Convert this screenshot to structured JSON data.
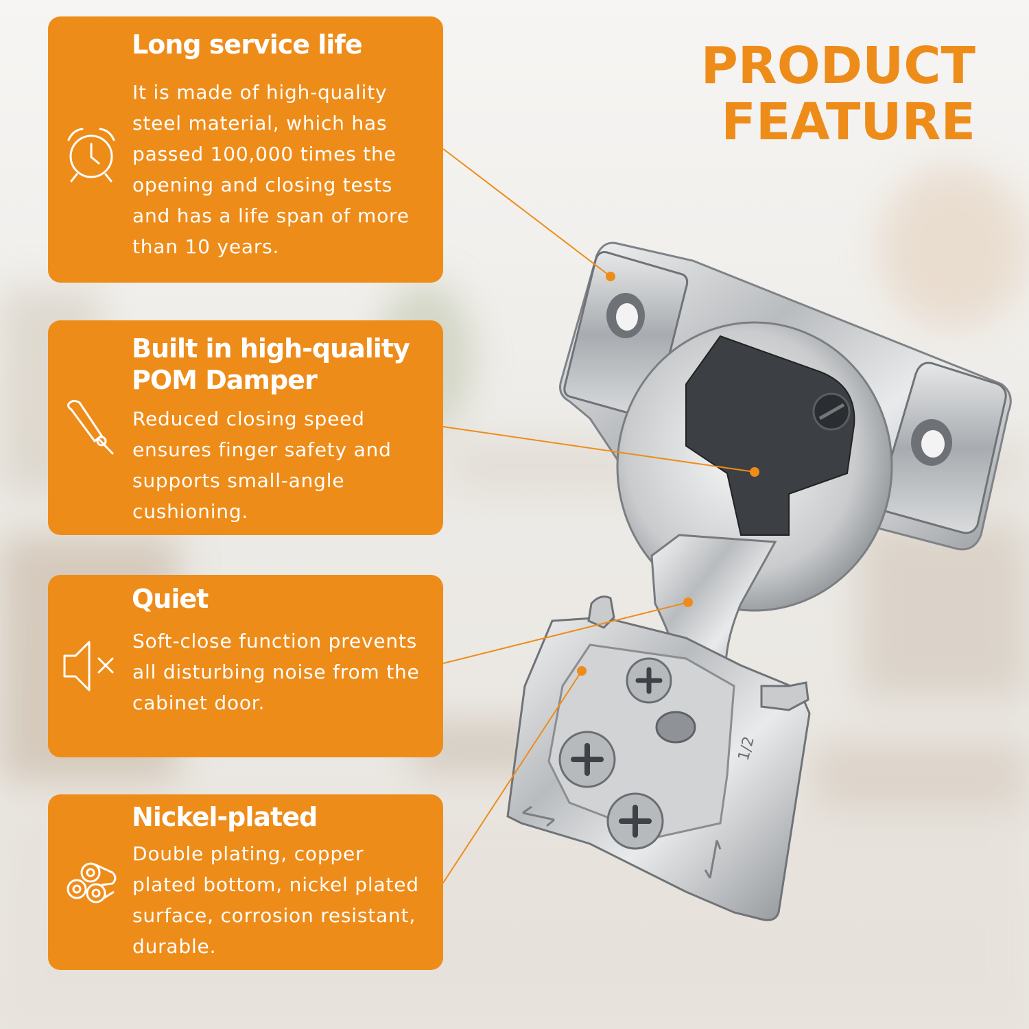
{
  "heading": {
    "line1": "PRODUCT",
    "line2": "FEATURE"
  },
  "colors": {
    "accent": "#ee8c1a",
    "text_on_accent": "#ffffff"
  },
  "features": [
    {
      "icon": "alarm-clock-icon",
      "title": "Long service life",
      "body": "It is made of high-quality steel material, which has passed 100,000 times the opening and closing tests and has a life span of more than 10 years."
    },
    {
      "icon": "damper-icon",
      "title": "Built in high-quality POM Damper",
      "body": "Reduced closing speed ensures finger safety and supports small-angle cushioning."
    },
    {
      "icon": "mute-speaker-icon",
      "title": "Quiet",
      "body": "Soft-close function prevents all disturbing noise from the cabinet door."
    },
    {
      "icon": "metal-rolls-icon",
      "title": "Nickel-plated",
      "body": "Double plating, copper plated bottom, nickel plated surface, corrosion resistant, durable."
    }
  ],
  "product_image": {
    "icon": "cabinet-hinge-image",
    "marking": "1/2"
  }
}
